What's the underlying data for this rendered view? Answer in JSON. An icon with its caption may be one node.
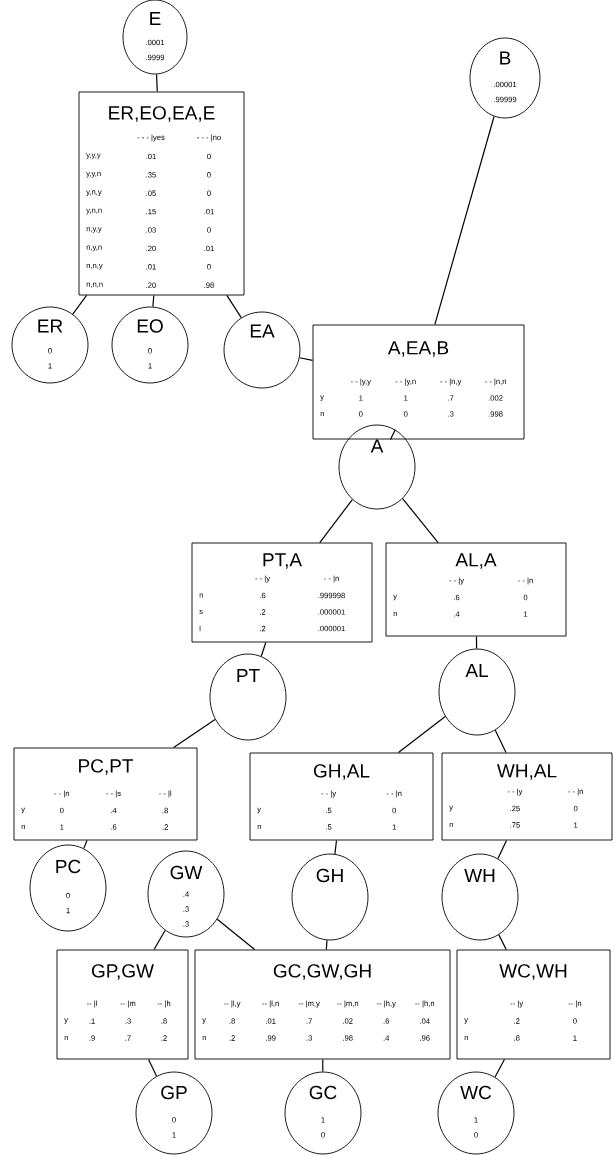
{
  "diagram": {
    "nodes": [
      {
        "text": [
          "E",
          ".0001",
          ".9999"
        ]
      },
      {
        "text": [
          "ER,EO,EA,E",
          "- - - |yes",
          "- - - |no",
          "y,y,y",
          ".01",
          "0",
          "y,y,n",
          ".35",
          "0",
          "y,n,y",
          ".05",
          "0",
          "y,n,n",
          ".15",
          ".01",
          "n,y,y",
          ".03",
          "0",
          "n,y,n",
          ".20",
          ".01",
          "n,n,y",
          ".01",
          "0",
          "n,n,n",
          ".20",
          ".98"
        ]
      },
      {
        "text": [
          "ER",
          "0",
          "1"
        ]
      },
      {
        "text": [
          "EO",
          "0",
          "1"
        ]
      },
      {
        "text": [
          "EA"
        ]
      },
      {
        "text": [
          "B",
          ".00001",
          ".99999"
        ]
      },
      {
        "text": [
          "A,EA,B",
          "- - |y,y",
          "- - |y,n",
          "- - |n,y",
          "- - |n,n",
          "y",
          "1",
          "1",
          ".7",
          ".002",
          "n",
          "0",
          "0",
          ".3",
          ".998"
        ]
      },
      {
        "text": [
          "A"
        ]
      },
      {
        "text": [
          "PT,A",
          "- - |y",
          "- - |n",
          "n",
          ".6",
          ".999998",
          "s",
          ".2",
          ".000001",
          "l",
          ".2",
          ".000001"
        ]
      },
      {
        "text": [
          "AL,A",
          "- - |y",
          "- - |n",
          "y",
          ".6",
          "0",
          "n",
          ".4",
          "1"
        ]
      },
      {
        "text": [
          "PT"
        ]
      },
      {
        "text": [
          "AL"
        ]
      },
      {
        "text": [
          "PC,PT",
          "- - |n",
          "- - |s",
          "- - |l",
          "y",
          "0",
          ".4",
          ".8",
          "n",
          "1",
          ".6",
          ".2"
        ]
      },
      {
        "text": [
          "GH,AL",
          "- - |y",
          "- - |n",
          "y",
          ".5",
          "0",
          "n",
          ".5",
          "1"
        ]
      },
      {
        "text": [
          "WH,AL",
          "- - |y",
          "- - |n",
          "y",
          ".25",
          "0",
          "n",
          ".75",
          "1"
        ]
      },
      {
        "text": [
          "PC",
          "0",
          "1"
        ]
      },
      {
        "text": [
          "GW",
          ".4",
          ".3",
          ".3"
        ]
      },
      {
        "text": [
          "GH"
        ]
      },
      {
        "text": [
          "WH"
        ]
      },
      {
        "text": [
          "GP,GW",
          "-- |l",
          "-- |m",
          "-- |h",
          "y",
          ".1",
          ".3",
          ".8",
          "n",
          ".9",
          ".7",
          ".2"
        ]
      },
      {
        "text": [
          "GC,GW,GH",
          "-- |l,y",
          "-- |l,n",
          "-- |m,y",
          "-- |m,n",
          "-- |h,y",
          "-- |h,n",
          "y",
          ".8",
          ".01",
          ".7",
          ".02",
          ".6",
          ".04",
          "n",
          ".2",
          ".99",
          ".3",
          ".98",
          ".4",
          ".96"
        ]
      },
      {
        "text": [
          "WC,WH",
          "-- |y",
          "-- |n",
          "y",
          ".2",
          "0",
          "n",
          ".8",
          "1"
        ]
      },
      {
        "text": [
          "GP",
          "0",
          "1"
        ]
      },
      {
        "text": [
          "GC",
          "1",
          "0"
        ]
      },
      {
        "text": [
          "WC",
          "1",
          "0"
        ]
      }
    ],
    "edges": [
      {
        "from": 0,
        "to": 1,
        "arrow": "none"
      },
      {
        "from": 1,
        "to": 2,
        "arrow": "none"
      },
      {
        "from": 1,
        "to": 3,
        "arrow": "none"
      },
      {
        "from": 1,
        "to": 4,
        "arrow": "none"
      },
      {
        "from": 4,
        "to": 6,
        "arrow": "none"
      },
      {
        "from": 5,
        "to": 6,
        "arrow": "none"
      },
      {
        "from": 6,
        "to": 7,
        "arrow": "none"
      },
      {
        "from": 7,
        "to": 8,
        "arrow": "none"
      },
      {
        "from": 7,
        "to": 9,
        "arrow": "none"
      },
      {
        "from": 8,
        "to": 10,
        "arrow": "none"
      },
      {
        "from": 9,
        "to": 11,
        "arrow": "none"
      },
      {
        "from": 10,
        "to": 12,
        "arrow": "none"
      },
      {
        "from": 11,
        "to": 13,
        "arrow": "none"
      },
      {
        "from": 11,
        "to": 14,
        "arrow": "none"
      },
      {
        "from": 12,
        "to": 15,
        "arrow": "none"
      },
      {
        "from": 13,
        "to": 17,
        "arrow": "none"
      },
      {
        "from": 14,
        "to": 18,
        "arrow": "none"
      },
      {
        "from": 16,
        "to": 19,
        "arrow": "none"
      },
      {
        "from": 16,
        "to": 20,
        "arrow": "none"
      },
      {
        "from": 17,
        "to": 20,
        "arrow": "none"
      },
      {
        "from": 18,
        "to": 21,
        "arrow": "none"
      },
      {
        "from": 19,
        "to": 22,
        "arrow": "none"
      },
      {
        "from": 20,
        "to": 23,
        "arrow": "none"
      },
      {
        "from": 21,
        "to": 24,
        "arrow": "none"
      }
    ]
  }
}
